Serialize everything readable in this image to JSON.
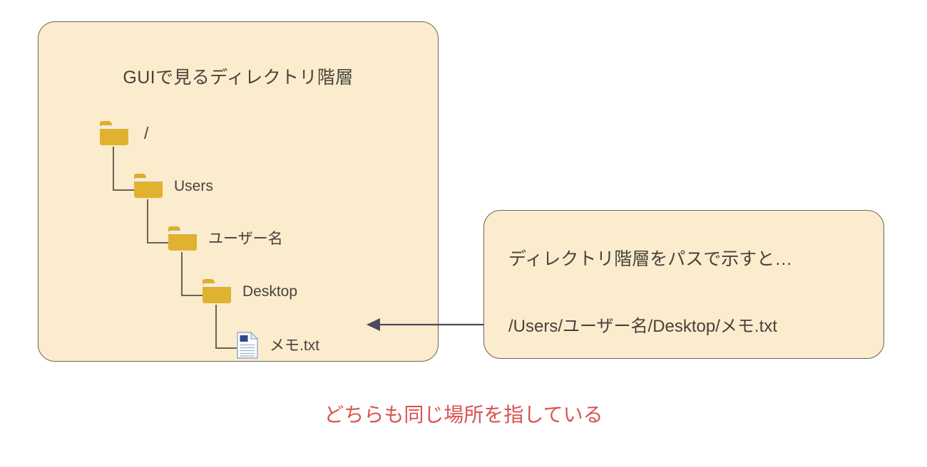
{
  "colors": {
    "background": "#ffffff",
    "panel_fill": "#fbeccd",
    "panel_border": "#6b6354",
    "text": "#46423c",
    "folder": "#e0b230",
    "folder_tab": "#ddad2e",
    "file_accent": "#2b4b8c",
    "caption": "#d9534f",
    "connector": "#6b6354"
  },
  "gui_panel": {
    "title": "GUIで見るディレクトリ階層",
    "tree": [
      {
        "label": "/",
        "icon": "folder-icon",
        "depth": 0
      },
      {
        "label": "Users",
        "icon": "folder-icon",
        "depth": 1
      },
      {
        "label": "ユーザー名",
        "icon": "folder-icon",
        "depth": 2
      },
      {
        "label": "Desktop",
        "icon": "folder-icon",
        "depth": 3
      },
      {
        "label": "メモ.txt",
        "icon": "text-file-icon",
        "depth": 4
      }
    ]
  },
  "path_panel": {
    "heading": "ディレクトリ階層をパスで示すと…",
    "path": "/Users/ユーザー名/Desktop/メモ.txt"
  },
  "connector": {
    "icon": "left-arrow-icon",
    "direction": "left"
  },
  "caption": {
    "text": "どちらも同じ場所を指している"
  }
}
